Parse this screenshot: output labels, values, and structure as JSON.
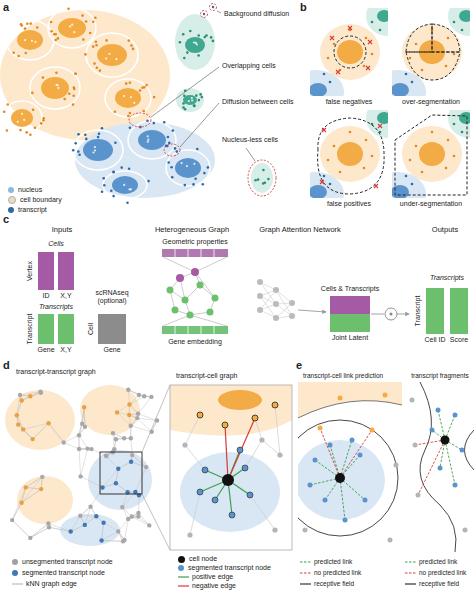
{
  "diagram": {
    "nodes": [
      {
        "text": [
          "ID"
        ]
      },
      {
        "text": [
          "X,Y"
        ]
      },
      {
        "text": [
          "Gene"
        ]
      },
      {
        "text": [
          "X,Y"
        ]
      },
      {
        "text": [
          "Gene"
        ]
      },
      {
        "text": [
          "Cells & Transcripts",
          "Joint Latent"
        ]
      },
      {
        "text": [
          "Cell ID"
        ]
      },
      {
        "text": [
          "Score"
        ]
      }
    ],
    "labels": [
      "a",
      "Background diffusion",
      "Overlapping cells",
      "Diffusion between cells",
      "Nucleus-less cells",
      "b",
      "false negatives",
      "over-segmentation",
      "false positives",
      "under-segmentation",
      "c",
      "Inputs",
      "Heterogeneous Graph",
      "Graph Attention Network",
      "Outputs",
      "Cells",
      "Vertex",
      "Transcripts",
      "Transcript",
      "scRNAseq (optional)",
      "Cell",
      "Geometric properties",
      "Gene embedding",
      "Transcripts",
      "Transcript",
      "d",
      "transcript-transcript graph",
      "transcript-cell graph",
      "e",
      "transcript-cell link prediction",
      "transcript fragments"
    ],
    "legend": [
      {
        "text": "nucleus",
        "color": "#8fb8de"
      },
      {
        "text": "cell boundary",
        "color": "#e6dccd"
      },
      {
        "text": "transcript",
        "color": "#2e6aa8"
      },
      {
        "text": "unsegmented transcript node",
        "color": "#a0a0a0"
      },
      {
        "text": "segmented transcript node",
        "color": "#3f78b5"
      },
      {
        "text": "kNN graph edge"
      },
      {
        "text": "cell node",
        "color": "#111111"
      },
      {
        "text": "segmented transcript node",
        "color": "#5b93cc"
      },
      {
        "text": "positive edge"
      },
      {
        "text": "negative edge"
      },
      {
        "text": "predicted link"
      },
      {
        "text": "no predicted link"
      },
      {
        "text": "receptive field"
      },
      {
        "text": "predicted link"
      },
      {
        "text": "no predicted link"
      },
      {
        "text": "receptive field"
      }
    ]
  }
}
